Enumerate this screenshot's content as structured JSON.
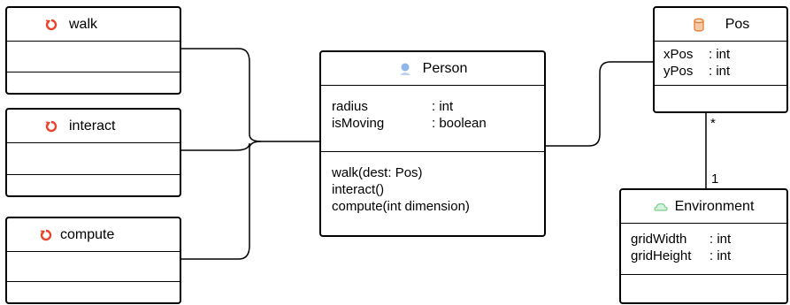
{
  "colors": {
    "line": "#000000",
    "refresh_icon": "#e8452c",
    "actor_icon": "#8fb7e8",
    "db_icon": "#e8843c",
    "cloud_icon": "#7dcf92"
  },
  "classes": {
    "walk": {
      "name": "walk",
      "icon": "refresh-icon"
    },
    "interact": {
      "name": "interact",
      "icon": "refresh-icon"
    },
    "compute": {
      "name": "compute",
      "icon": "refresh-icon"
    },
    "person": {
      "name": "Person",
      "icon": "actor-icon",
      "attributes": [
        {
          "name": "radius",
          "type": ": int"
        },
        {
          "name": "isMoving",
          "type": ": boolean"
        }
      ],
      "methods": [
        "walk(dest: Pos)",
        "interact()",
        "compute(int dimension)"
      ]
    },
    "pos": {
      "name": "Pos",
      "icon": "database-icon",
      "attributes": [
        {
          "name": "xPos",
          "type": ": int"
        },
        {
          "name": "yPos",
          "type": ": int"
        }
      ]
    },
    "environment": {
      "name": "Environment",
      "icon": "cloud-icon",
      "attributes": [
        {
          "name": "gridWidth",
          "type": ": int"
        },
        {
          "name": "gridHeight",
          "type": ": int"
        }
      ]
    }
  },
  "associations": {
    "pos_environment": {
      "pos_end": "*",
      "environment_end": "1"
    }
  }
}
